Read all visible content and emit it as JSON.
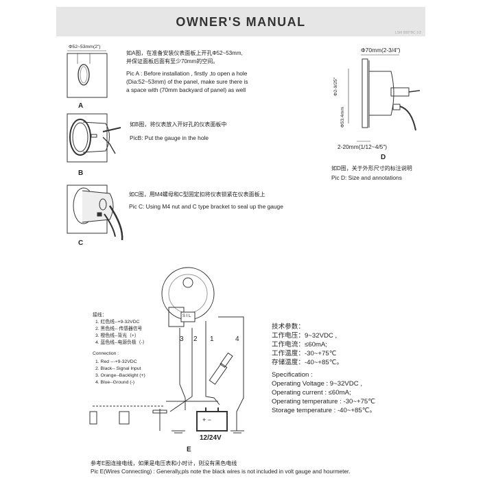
{
  "header": {
    "title": "OWNER'S MANUAL",
    "code": "LSM 0087BC 1/2"
  },
  "pic_a": {
    "dim": "Φ52~53mm(2\")",
    "cn_line1": "如A图，在准备安装仪表面板上开孔Φ52~53mm,",
    "cn_line2": "并保证面板后面有至少70mm的空间。",
    "en_line1": "Pic A : Before installation , firstly ,to open a hole",
    "en_line2": "(Dia:52~53mm) of the panel, make sure there is",
    "en_line3": "a space with (70mm backyard of panel)  as well",
    "label": "A"
  },
  "pic_b": {
    "cn": "如B图，将仪表放入开好孔的仪表面板中",
    "en": "PicB: Put the gauge in the hole",
    "label": "B"
  },
  "pic_c": {
    "cn": "如C图，用M4螺母和C型固定扣将仪表锁紧在仪表面板上",
    "en": "Pic C: Using M4 nut and C type bracket to seal up the gauge",
    "label": "C"
  },
  "pic_d": {
    "dim_top": "Φ70mm(2-3/4\")",
    "dim_left1": "Φ2-9/25\"",
    "dim_left2": "Φ53.4mm",
    "dim_bottom": "2-20mm(1/12~4/5\")",
    "label": "D",
    "cn": "如D图，关于外形尺寸的标注说明",
    "en": "Pic D: Size and annotations"
  },
  "wiring": {
    "cn_title": "接线：",
    "cn_items": [
      "1. 红色线--+9-32VDC",
      "2. 黑色线-- 传感器信号",
      "3. 橙色线--背光（+）",
      "4. 蓝色线--电源负极（-）"
    ],
    "en_title": "Connection :",
    "en_items": [
      "1. Red ---+9-32VDC",
      "2. Black-- Signal Input",
      "3. Orange--Backlight (+)",
      "4. Blue--Ground (-)"
    ],
    "wire_numbers": [
      "3",
      "2",
      "1",
      "4"
    ],
    "terminal": "S I L",
    "battery": "12/24V",
    "label": "E",
    "cn_note": "参考E图连接电线，如果是电压表和小时计，则没有黑色电线",
    "en_note": "Pic E(Wires Connecting) : Generally,pls note the black wires is not included in volt gauge and hourmeter."
  },
  "specs_cn": {
    "title": "技术参数：",
    "items": [
      "工作电压：9~32VDC ,",
      "工作电流：≤60mA;",
      "工作温度：-30~+75℃",
      "存储温度：-40~+85℃。"
    ]
  },
  "specs_en": {
    "title": "Specification :",
    "items": [
      "Operating Voltage : 9~32VDC ,",
      "Operating current : ≤60mA;",
      "Operating temperature : -30~+75℃",
      "Storage temperature : -40~+85℃。"
    ]
  }
}
